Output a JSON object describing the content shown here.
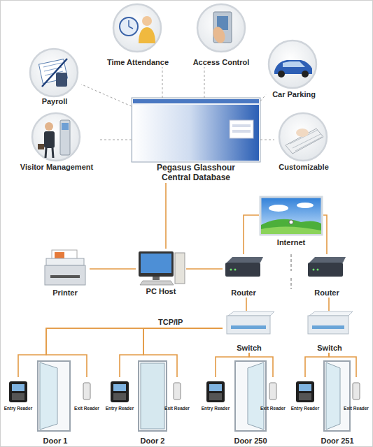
{
  "diagram": {
    "nodes": [
      {
        "text": [
          "Time Attendance"
        ]
      },
      {
        "text": [
          "Access Control"
        ]
      },
      {
        "text": [
          "Payroll"
        ]
      },
      {
        "text": [
          "Car Parking"
        ]
      },
      {
        "text": [
          "Pegasus Glasshour Central Database"
        ]
      },
      {
        "text": [
          "Visitor Management"
        ]
      },
      {
        "text": [
          "Customizable"
        ]
      },
      {
        "text": [
          "Internet"
        ]
      },
      {
        "text": [
          "Printer"
        ]
      },
      {
        "text": [
          "PC Host"
        ]
      },
      {
        "text": [
          "Router"
        ]
      },
      {
        "text": [
          "Router"
        ]
      },
      {
        "text": [
          "Switch"
        ]
      },
      {
        "text": [
          "Switch"
        ]
      },
      {
        "text": [
          "Entry Reader"
        ]
      },
      {
        "text": [
          "Exit Reader"
        ]
      },
      {
        "text": [
          "Entry Reader"
        ]
      },
      {
        "text": [
          "Exit Reader"
        ]
      },
      {
        "text": [
          "Entry Reader"
        ]
      },
      {
        "text": [
          "Exit Reader"
        ]
      },
      {
        "text": [
          "Entry Reader"
        ]
      },
      {
        "text": [
          "Exit Reader"
        ]
      },
      {
        "text": [
          "Door 1"
        ]
      },
      {
        "text": [
          "Door 2"
        ]
      },
      {
        "text": [
          "Door 250"
        ]
      },
      {
        "text": [
          "Door 251"
        ]
      }
    ],
    "edges": [
      {
        "from": 4,
        "to": 0,
        "arrow": "none"
      },
      {
        "from": 4,
        "to": 1,
        "arrow": "none"
      },
      {
        "from": 4,
        "to": 2,
        "arrow": "none"
      },
      {
        "from": 4,
        "to": 3,
        "arrow": "none"
      },
      {
        "from": 4,
        "to": 5,
        "arrow": "none"
      },
      {
        "from": 4,
        "to": 6,
        "arrow": "none"
      },
      {
        "from": 4,
        "to": 9,
        "arrow": "none"
      },
      {
        "from": 8,
        "to": 9,
        "arrow": "none"
      },
      {
        "from": 9,
        "to": 10,
        "arrow": "none"
      },
      {
        "from": 10,
        "to": 7,
        "arrow": "none"
      },
      {
        "from": 11,
        "to": 7,
        "arrow": "none"
      },
      {
        "from": 10,
        "to": 12,
        "arrow": "none"
      },
      {
        "from": 11,
        "to": 13,
        "arrow": "none"
      },
      {
        "from": 12,
        "to": 14,
        "arrow": "none"
      },
      {
        "from": 12,
        "to": 15,
        "arrow": "none"
      },
      {
        "from": 12,
        "to": 16,
        "arrow": "none"
      },
      {
        "from": 12,
        "to": 17,
        "arrow": "none"
      },
      {
        "from": 12,
        "to": 18,
        "arrow": "none"
      },
      {
        "from": 12,
        "to": 19,
        "arrow": "none"
      },
      {
        "from": 13,
        "to": 20,
        "arrow": "none"
      },
      {
        "from": 13,
        "to": 21,
        "arrow": "none"
      }
    ],
    "labels": [
      "TCP/IP"
    ]
  }
}
